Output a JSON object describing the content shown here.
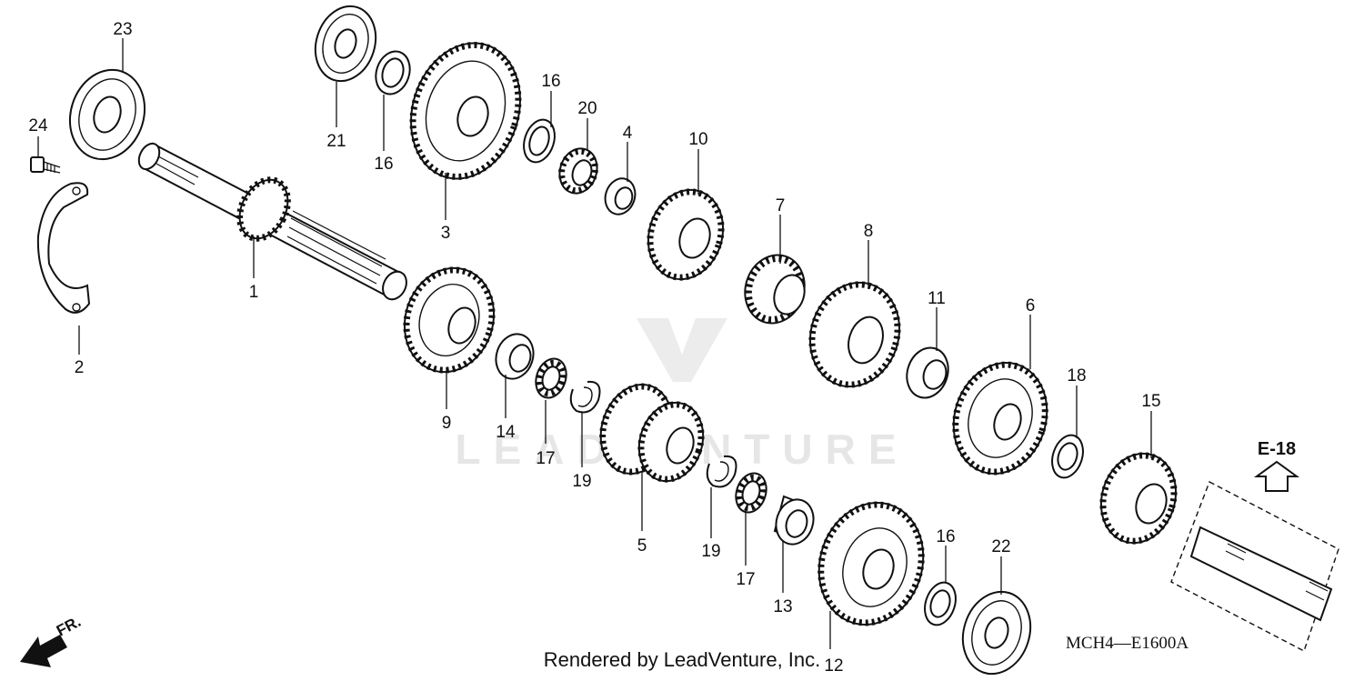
{
  "diagram": {
    "code": "MCH4—E1600A",
    "reference": "E-18",
    "front_indicator": "FR.",
    "watermark": "LEADVENTURE",
    "footer": "Rendered by LeadVenture, Inc."
  },
  "callouts": [
    {
      "id": "p1",
      "number": "1"
    },
    {
      "id": "p2",
      "number": "2"
    },
    {
      "id": "p3",
      "number": "3"
    },
    {
      "id": "p4",
      "number": "4"
    },
    {
      "id": "p5",
      "number": "5"
    },
    {
      "id": "p6",
      "number": "6"
    },
    {
      "id": "p7",
      "number": "7"
    },
    {
      "id": "p8",
      "number": "8"
    },
    {
      "id": "p9",
      "number": "9"
    },
    {
      "id": "p10",
      "number": "10"
    },
    {
      "id": "p11",
      "number": "11"
    },
    {
      "id": "p12",
      "number": "12"
    },
    {
      "id": "p13",
      "number": "13"
    },
    {
      "id": "p14",
      "number": "14"
    },
    {
      "id": "p15",
      "number": "15"
    },
    {
      "id": "p16a",
      "number": "16"
    },
    {
      "id": "p16b",
      "number": "16"
    },
    {
      "id": "p16c",
      "number": "16"
    },
    {
      "id": "p17a",
      "number": "17"
    },
    {
      "id": "p17b",
      "number": "17"
    },
    {
      "id": "p18",
      "number": "18"
    },
    {
      "id": "p19a",
      "number": "19"
    },
    {
      "id": "p19b",
      "number": "19"
    },
    {
      "id": "p20",
      "number": "20"
    },
    {
      "id": "p21",
      "number": "21"
    },
    {
      "id": "p22",
      "number": "22"
    },
    {
      "id": "p23",
      "number": "23"
    },
    {
      "id": "p24",
      "number": "24"
    }
  ]
}
